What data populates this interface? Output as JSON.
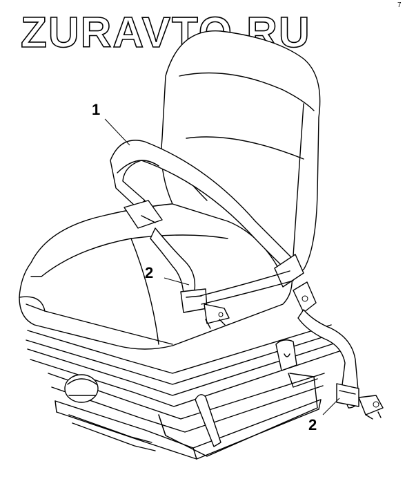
{
  "watermark": {
    "text": "ZURAVTO.RU"
  },
  "corner_mark": "7",
  "callouts": [
    {
      "id": "callout-1",
      "label": "1"
    },
    {
      "id": "callout-2-left",
      "label": "2"
    },
    {
      "id": "callout-2-right",
      "label": "2"
    }
  ]
}
